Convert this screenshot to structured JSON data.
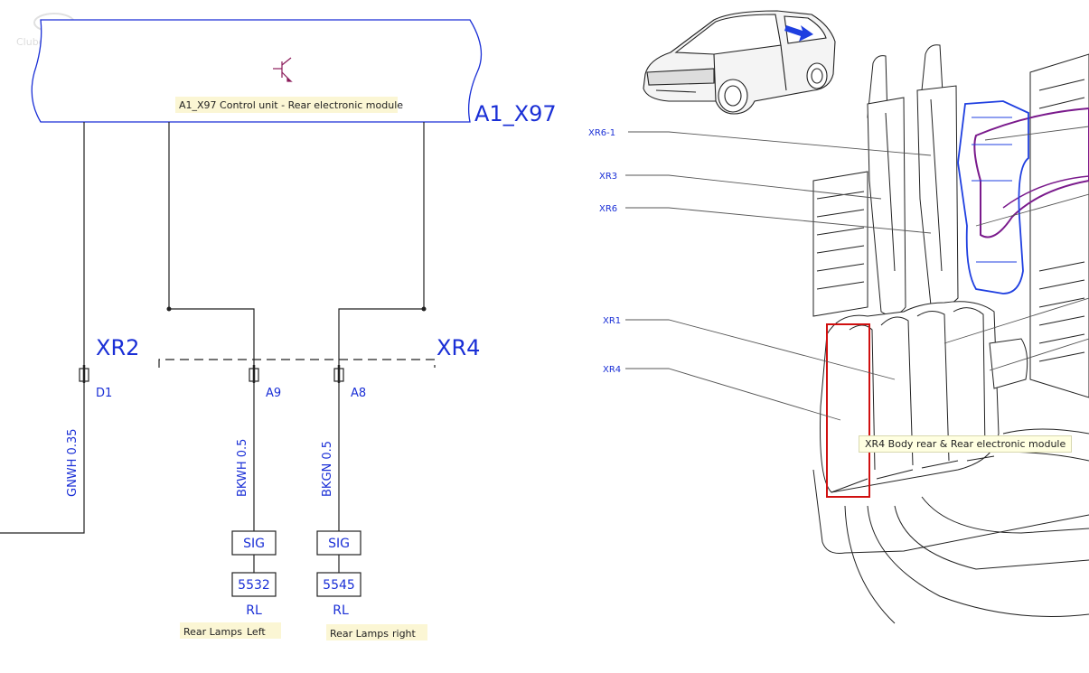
{
  "watermark": "Clubopel.com",
  "module": {
    "tooltip": "A1_X97 Control unit - Rear electronic module",
    "id": "A1_X97"
  },
  "connectors": {
    "left": "XR2",
    "right": "XR4"
  },
  "pins": {
    "p1": "D1",
    "p2": "A9",
    "p3": "A8"
  },
  "wires": {
    "w1": "GNWH 0.35",
    "w2": "BKWH 0.5",
    "w3": "BKGN 0.5"
  },
  "boxes": {
    "sig1": "SIG",
    "sig2": "SIG",
    "num1": "5532",
    "num2": "5545",
    "rl1": "RL",
    "rl2": "RL"
  },
  "captions": {
    "left_a": "Rear Lamps",
    "left_b": "Left",
    "right_a": "Rear Lamps",
    "right_b": "right"
  },
  "callouts": [
    "XR6-1",
    "XR3",
    "XR6",
    "XR1",
    "XR4"
  ],
  "location_tooltip": "XR4 Body rear & Rear electronic module",
  "colors": {
    "label_blue": "#1a2fd6",
    "highlight_red": "#d01010",
    "module_purple": "#7a1a8c",
    "connector_blue": "#1f3fe0"
  }
}
